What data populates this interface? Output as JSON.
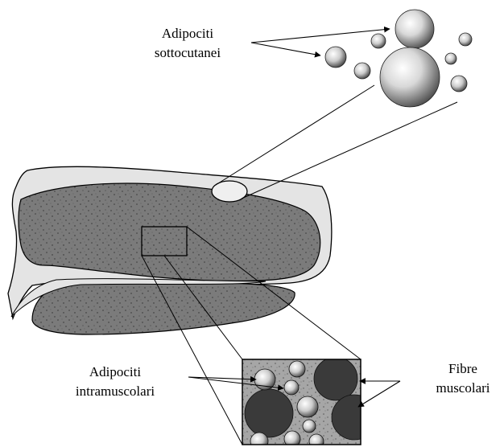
{
  "labels": {
    "subcutaneous_adipocytes": {
      "line1": "Adipociti",
      "line2": "sottocutanei"
    },
    "intramuscular_adipocytes": {
      "line1": "Adipociti",
      "line2": "intramuscolari"
    },
    "muscle_fibres": {
      "line1": "Fibre",
      "line2": "muscolari"
    }
  },
  "colors": {
    "line": "#000000",
    "muscle": "#7b7b7b",
    "fat": "#e4e4e4",
    "fibre": "#3a3a3a",
    "inset_bg": "#a6a6a6",
    "background": "#ffffff"
  }
}
